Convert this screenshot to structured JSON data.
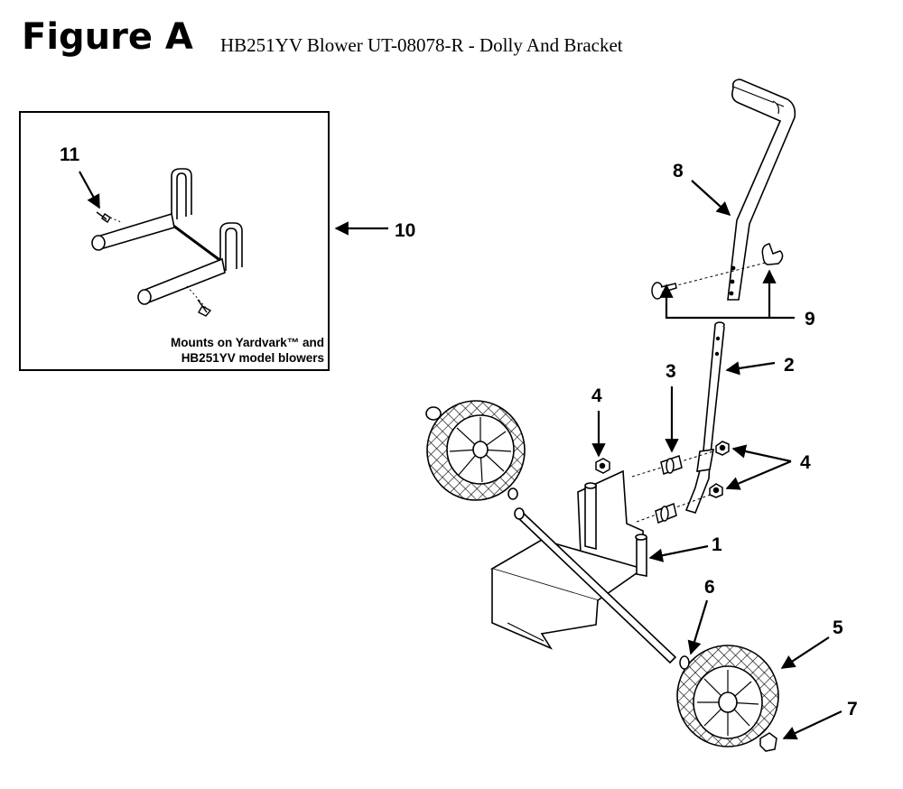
{
  "figure": {
    "label": "Figure A",
    "title": "HB251YV Blower UT-08078-R - Dolly And Bracket"
  },
  "inset": {
    "caption_line1": "Mounts on Yardvark™ and",
    "caption_line2": "HB251YV model blowers"
  },
  "callouts": {
    "c1": "1",
    "c2": "2",
    "c3": "3",
    "c4a": "4",
    "c4b": "4",
    "c5": "5",
    "c6": "6",
    "c7": "7",
    "c8": "8",
    "c9": "9",
    "c10": "10",
    "c11": "11"
  }
}
